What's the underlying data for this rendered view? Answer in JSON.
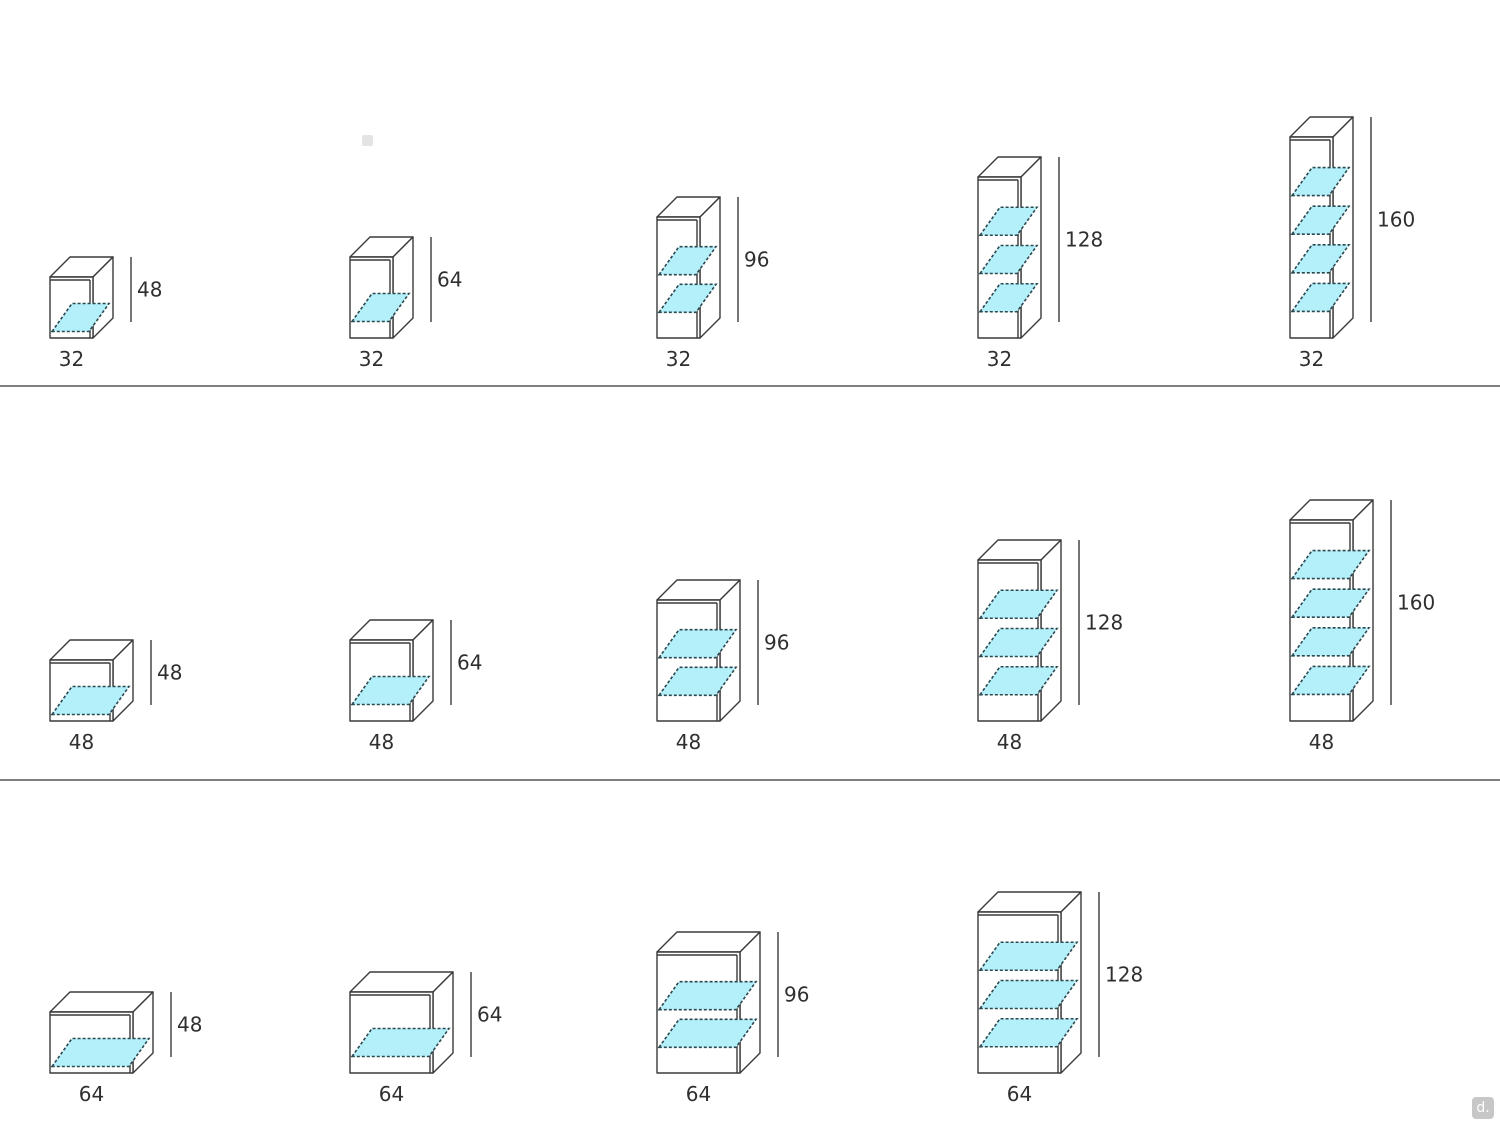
{
  "rows": [
    {
      "width": 32,
      "units": [
        {
          "width": "32",
          "height": "48",
          "shelves": 1
        },
        {
          "width": "32",
          "height": "64",
          "shelves": 1
        },
        {
          "width": "32",
          "height": "96",
          "shelves": 2
        },
        {
          "width": "32",
          "height": "128",
          "shelves": 3
        },
        {
          "width": "32",
          "height": "160",
          "shelves": 4
        }
      ]
    },
    {
      "width": 48,
      "units": [
        {
          "width": "48",
          "height": "48",
          "shelves": 1
        },
        {
          "width": "48",
          "height": "64",
          "shelves": 1
        },
        {
          "width": "48",
          "height": "96",
          "shelves": 2
        },
        {
          "width": "48",
          "height": "128",
          "shelves": 3
        },
        {
          "width": "48",
          "height": "160",
          "shelves": 4
        }
      ]
    },
    {
      "width": 64,
      "units": [
        {
          "width": "64",
          "height": "48",
          "shelves": 1
        },
        {
          "width": "64",
          "height": "64",
          "shelves": 1
        },
        {
          "width": "64",
          "height": "96",
          "shelves": 2
        },
        {
          "width": "64",
          "height": "128",
          "shelves": 3
        }
      ]
    }
  ],
  "colors": {
    "line": "#3a3a3a",
    "glass": "#b4f0fa",
    "divider": "#333333",
    "badge": "#c7c7c7"
  },
  "badge_icon": "d-logo-icon",
  "badge_text": "d."
}
